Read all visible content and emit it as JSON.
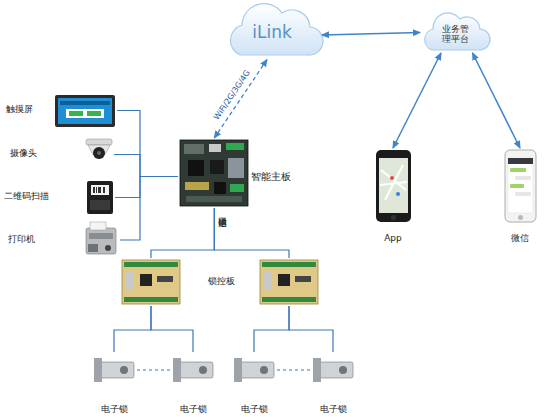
{
  "diagram": {
    "nodes": [
      {
        "text": [
          "iLink"
        ]
      },
      {
        "text": [
          "业务管 理平台"
        ]
      },
      {
        "text": [
          "App"
        ]
      },
      {
        "text": [
          "微信"
        ]
      },
      {
        "text": [
          "触摸屏"
        ]
      },
      {
        "text": [
          "摄像头"
        ]
      },
      {
        "text": [
          "二维码扫描"
        ]
      },
      {
        "text": [
          "打印机"
        ]
      },
      {
        "text": [
          "智能主板"
        ]
      },
      {
        "text": [
          "锁控板"
        ]
      },
      {
        "text": []
      },
      {
        "text": [
          "电子锁"
        ]
      },
      {
        "text": [
          "电子锁"
        ]
      },
      {
        "text": [
          "电子锁"
        ]
      },
      {
        "text": [
          "电子锁"
        ]
      }
    ],
    "edges": [
      {
        "from": 0,
        "to": 1,
        "arrow": "both"
      },
      {
        "from": 0,
        "to": 8,
        "label": "WiFi/2G/3G/4G",
        "arrow": "both"
      },
      {
        "from": 1,
        "to": 2,
        "arrow": "both"
      },
      {
        "from": 1,
        "to": 3,
        "arrow": "both"
      },
      {
        "from": 4,
        "to": 8,
        "arrow": "none"
      },
      {
        "from": 5,
        "to": 8,
        "arrow": "none"
      },
      {
        "from": 6,
        "to": 8,
        "arrow": "none"
      },
      {
        "from": 7,
        "to": 8,
        "arrow": "none"
      },
      {
        "from": 8,
        "to": 9,
        "label": "串口通信",
        "arrow": "none"
      },
      {
        "from": 8,
        "to": 10,
        "arrow": "none"
      },
      {
        "from": 9,
        "to": 11,
        "arrow": "none"
      },
      {
        "from": 9,
        "to": 12,
        "arrow": "none"
      },
      {
        "from": 10,
        "to": 13,
        "arrow": "none"
      },
      {
        "from": 10,
        "to": 14,
        "arrow": "none"
      },
      {
        "from": 11,
        "to": 12,
        "arrow": "none"
      },
      {
        "from": 13,
        "to": 14,
        "arrow": "none"
      }
    ]
  }
}
